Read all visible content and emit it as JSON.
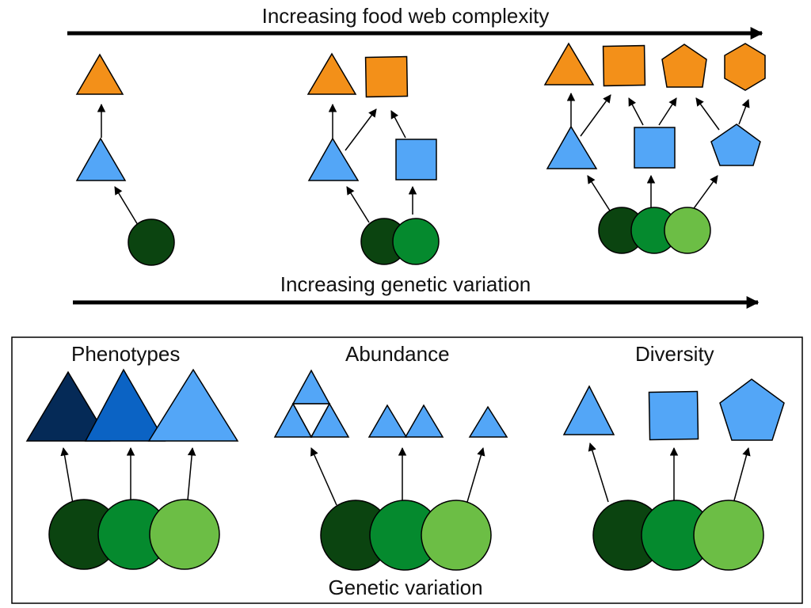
{
  "top": {
    "title": "Increasing food web complexity"
  },
  "middle": {
    "title": "Increasing genetic variation"
  },
  "panel": {
    "columns": [
      "Phenotypes",
      "Abundance",
      "Diversity"
    ],
    "footer": "Genetic variation"
  },
  "colors": {
    "orange": "#F39019",
    "blue": "#53A6F7",
    "navy": "#052A57",
    "mid_blue": "#0B63C4",
    "dark_green": "#0B4410",
    "green": "#058A2E",
    "light_green": "#6CBE45"
  }
}
